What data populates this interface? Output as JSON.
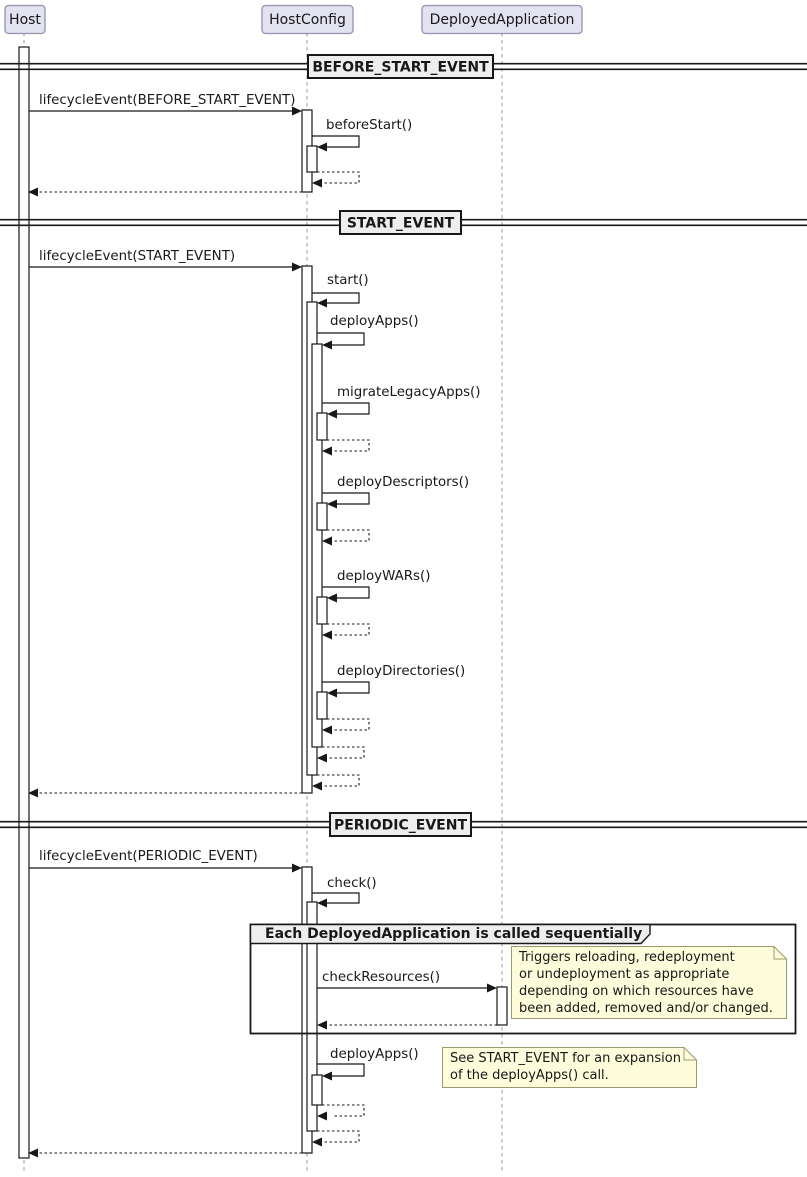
{
  "participants": [
    {
      "name": "Host"
    },
    {
      "name": "HostConfig"
    },
    {
      "name": "DeployedApplication"
    }
  ],
  "dividers": [
    {
      "label": "BEFORE_START_EVENT"
    },
    {
      "label": "START_EVENT"
    },
    {
      "label": "PERIODIC_EVENT"
    }
  ],
  "messages": {
    "lifecycle_before_start": "lifecycleEvent(BEFORE_START_EVENT)",
    "before_start": "beforeStart()",
    "lifecycle_start": "lifecycleEvent(START_EVENT)",
    "start": "start()",
    "deploy_apps": "deployApps()",
    "migrate_legacy_apps": "migrateLegacyApps()",
    "deploy_descriptors": "deployDescriptors()",
    "deploy_wars": "deployWARs()",
    "deploy_directories": "deployDirectories()",
    "lifecycle_periodic": "lifecycleEvent(PERIODIC_EVENT)",
    "check": "check()",
    "check_resources": "checkResources()",
    "deploy_apps_periodic": "deployApps()"
  },
  "group": {
    "label": "Each DeployedApplication is called sequentially"
  },
  "notes": {
    "note1": {
      "line1": "Triggers reloading, redeployment",
      "line2": "or undeployment as appropriate",
      "line3": "depending on which resources have",
      "line4": "been added, removed and/or changed."
    },
    "note2": {
      "line1": "See START_EVENT for an expansion",
      "line2": "of the deployApps() call."
    }
  },
  "colors": {
    "participant_fill": "#E2E2F0",
    "divider_fill": "#EEEEEE",
    "group_header_fill": "#EEEEEE",
    "note_fill": "#FDFDDC",
    "line": "#181818"
  }
}
